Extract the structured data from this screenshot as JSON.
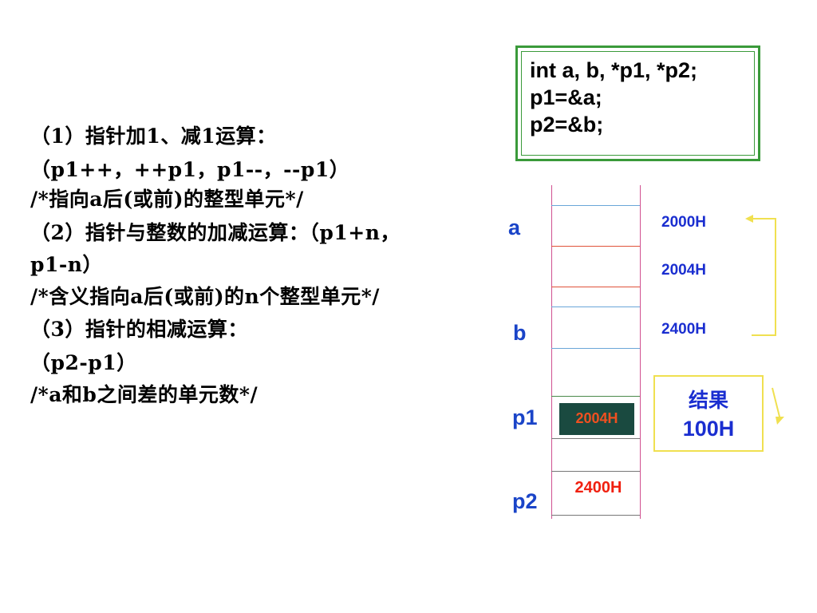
{
  "code": {
    "lines": [
      "int  a, b, *p1, *p2;",
      "p1=&a;",
      "p2=&b;"
    ]
  },
  "notes": {
    "lines": [
      "（1）指针加1、减1运算：",
      "（p1++，++p1，p1--，--p1）",
      "/*指向a后(或前)的整型单元*/",
      "（2）指针与整数的加减运算：（p1+n，",
      "p1-n）",
      "/*含义指向a后(或前)的n个整型单元*/",
      "（3）指针的相减运算：",
      "（p2-p1）",
      "/*a和b之间差的单元数*/"
    ]
  },
  "memory": {
    "variables": {
      "a": "a",
      "b": "b",
      "p1": "p1",
      "p2": "p2"
    },
    "addresses": {
      "a": "2000H",
      "mid": "2004H",
      "b": "2400H"
    },
    "p1_value": "2004H",
    "p2_value": "2400H"
  },
  "result": {
    "label": "结果",
    "value": "100H"
  },
  "colors": {
    "code_border": "#3a9a3a",
    "label_blue": "#1a44c8",
    "address_blue": "#1a2ed0",
    "pointer_value": "#f05020",
    "pointer_cell_bg": "#1a4a40",
    "bracket": "#f0e050",
    "column_lines": "#d05090"
  }
}
